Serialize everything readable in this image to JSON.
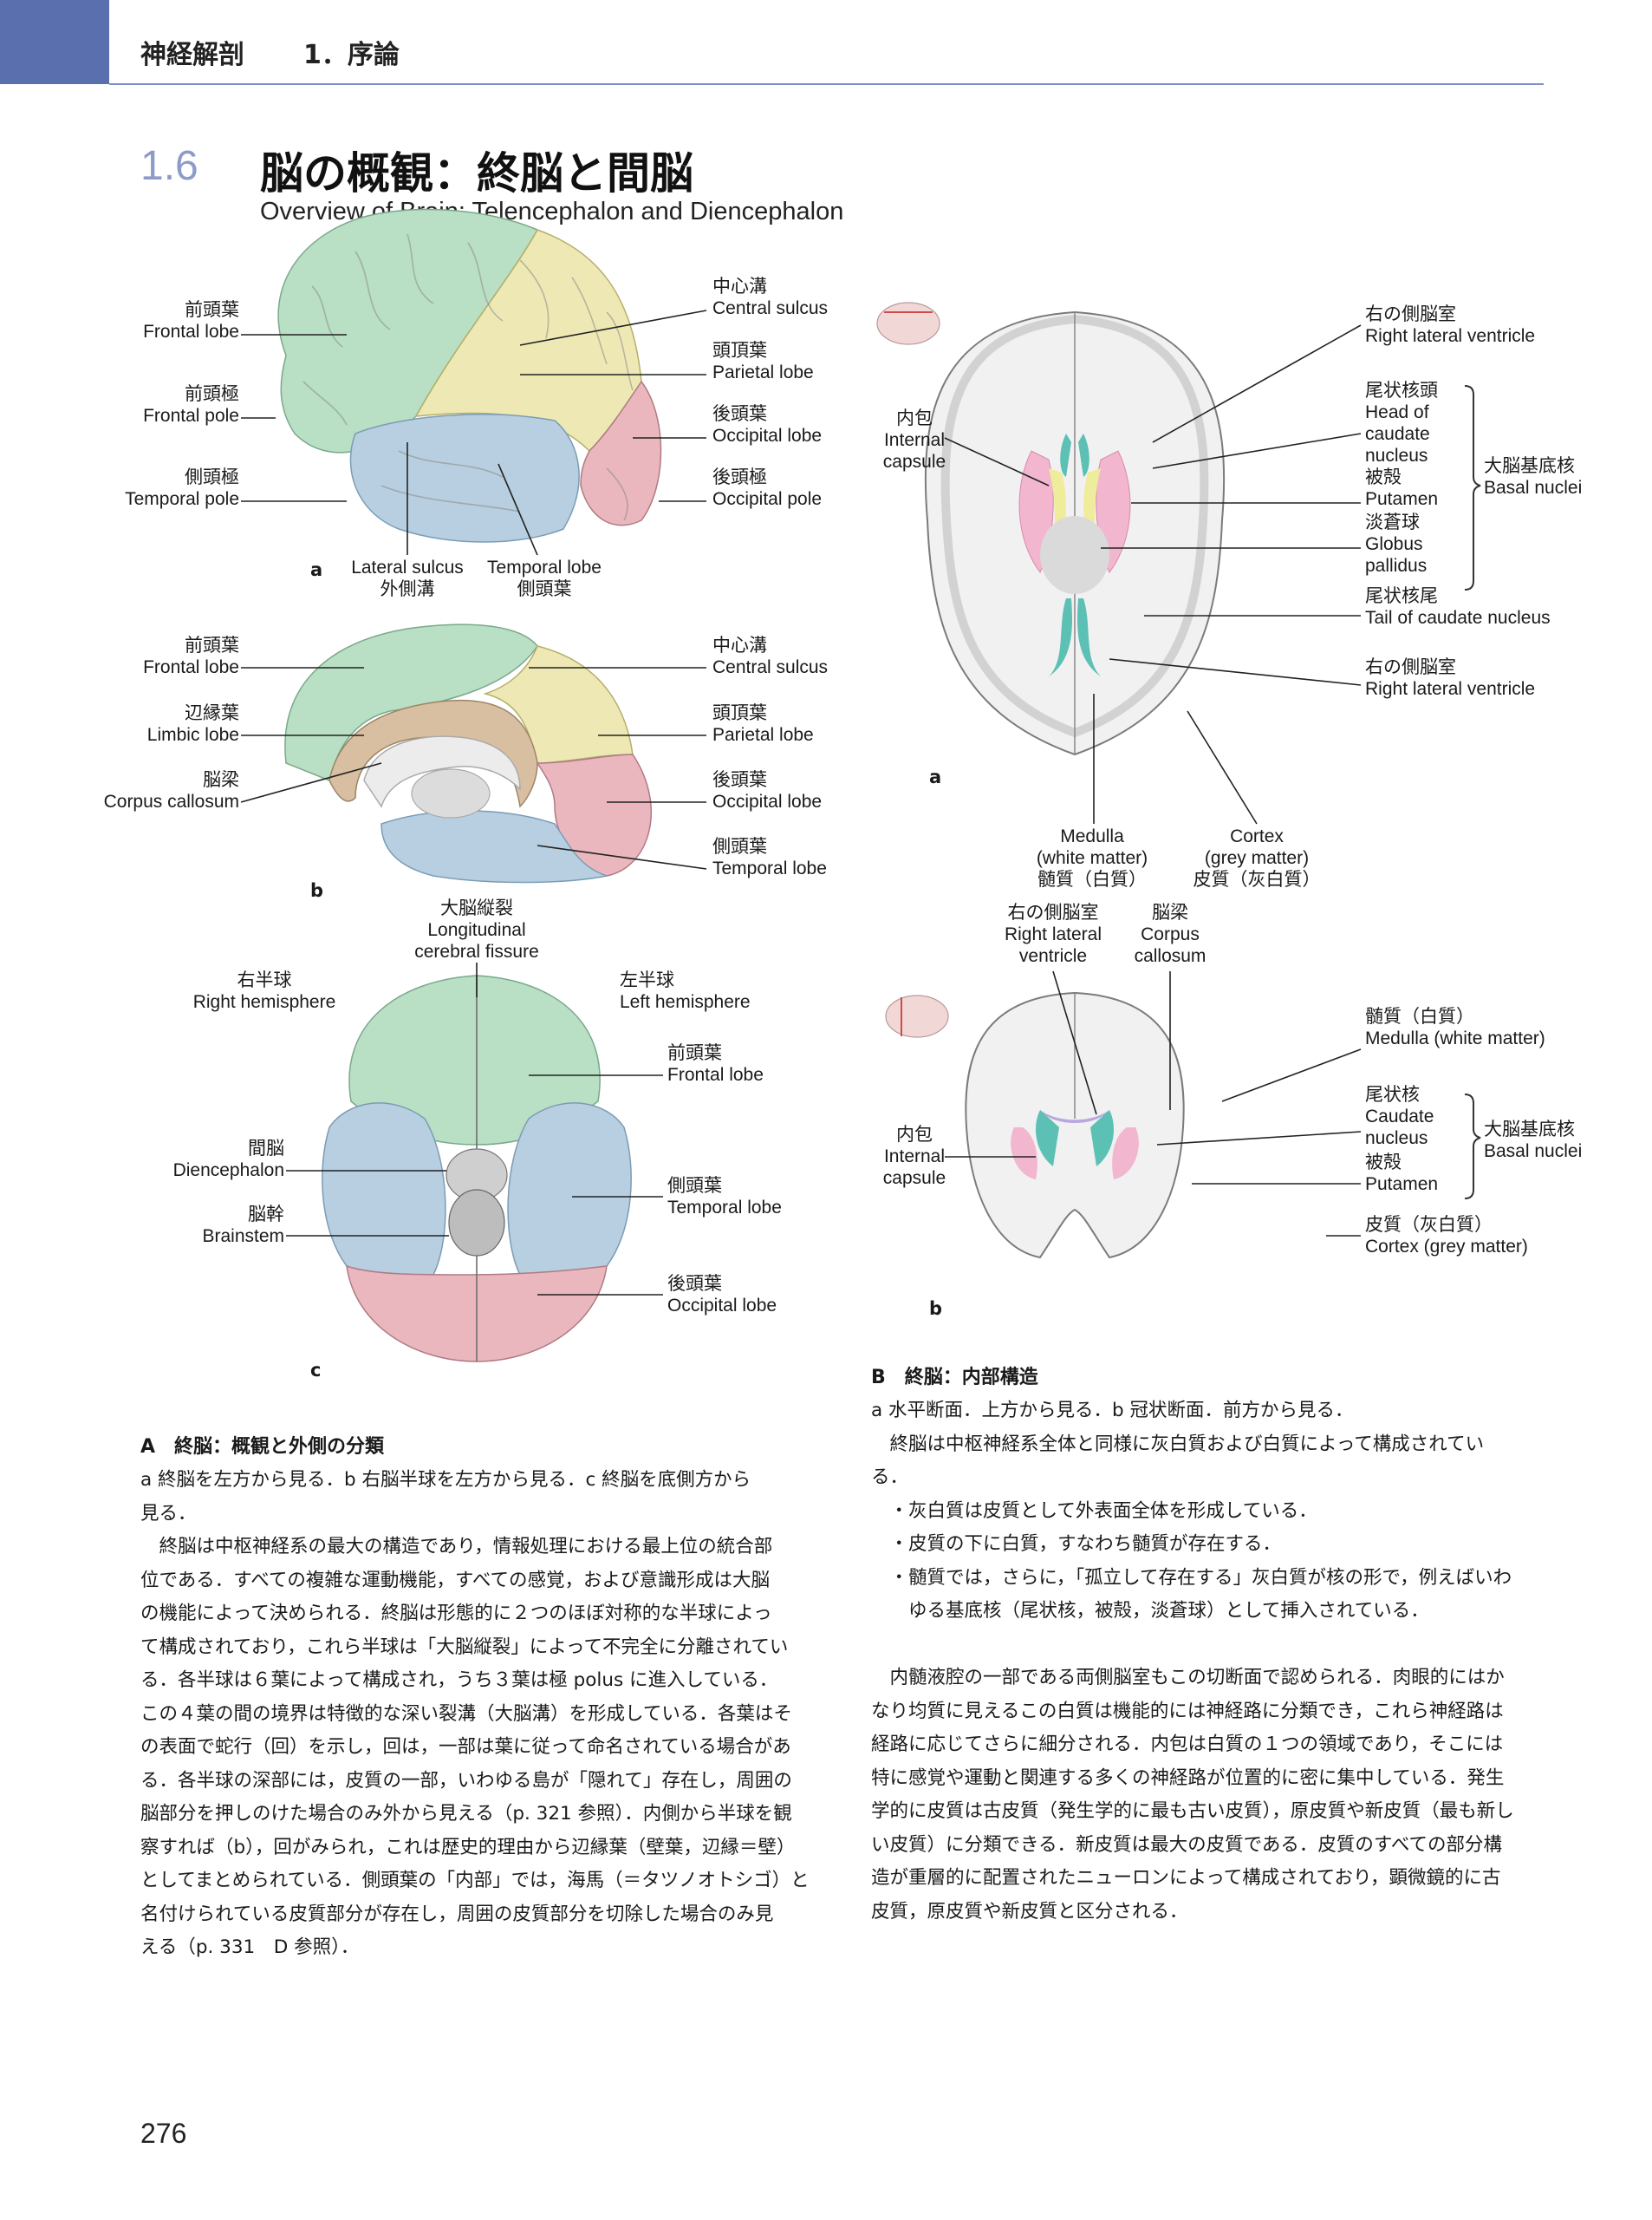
{
  "header": {
    "chapter": "神経解剖",
    "section": "1．序論"
  },
  "section": {
    "number": "1.6",
    "title": "脳の概観：終脳と間脳",
    "subtitle": "Overview of Brain: Telencephalon and Diencephalon"
  },
  "figA": {
    "a": {
      "frontal_lobe": "前頭葉\nFrontal lobe",
      "frontal_pole": "前頭極\nFrontal pole",
      "temporal_pole": "側頭極\nTemporal pole",
      "central_sulcus": "中心溝\nCentral sulcus",
      "parietal_lobe": "頭頂葉\nParietal lobe",
      "occipital_lobe": "後頭葉\nOccipital lobe",
      "occipital_pole": "後頭極\nOccipital pole",
      "lateral_sulcus": "Lateral sulcus\n外側溝",
      "temporal_lobe": "Temporal lobe\n側頭葉",
      "letter": "a"
    },
    "b": {
      "frontal_lobe": "前頭葉\nFrontal lobe",
      "limbic_lobe": "辺縁葉\nLimbic lobe",
      "corpus_callosum": "脳梁\nCorpus callosum",
      "central_sulcus": "中心溝\nCentral sulcus",
      "parietal_lobe": "頭頂葉\nParietal lobe",
      "occipital_lobe": "後頭葉\nOccipital lobe",
      "temporal_lobe": "側頭葉\nTemporal lobe",
      "letter": "b"
    },
    "c": {
      "fissure": "大脳縦裂\nLongitudinal\ncerebral fissure",
      "right_hemi": "右半球\nRight hemisphere",
      "left_hemi": "左半球\nLeft hemisphere",
      "frontal_lobe": "前頭葉\nFrontal lobe",
      "diencephalon": "間脳\nDiencephalon",
      "brainstem": "脳幹\nBrainstem",
      "temporal_lobe": "側頭葉\nTemporal lobe",
      "occipital_lobe": "後頭葉\nOccipital lobe",
      "letter": "c"
    }
  },
  "figB": {
    "a": {
      "right_lat_vent_top": "右の側脳室\nRight lateral ventricle",
      "head_caudate": "尾状核頭\nHead of\ncaudate\nnucleus",
      "putamen": "被殻\nPutamen",
      "globus": "淡蒼球\nGlobus\npallidus",
      "basal_nuclei": "大脳基底核\nBasal nuclei",
      "tail_caudate": "尾状核尾\nTail of caudate nucleus",
      "right_lat_vent_bottom": "右の側脳室\nRight lateral ventricle",
      "internal_capsule": "内包\nInternal\ncapsule",
      "medulla": "Medulla\n(white matter)\n髄質（白質）",
      "cortex": "Cortex\n(grey matter)\n皮質（灰白質）",
      "letter": "a"
    },
    "b": {
      "right_lat_vent": "右の側脳室\nRight lateral\nventricle",
      "corpus_callosum": "脳梁\nCorpus\ncallosum",
      "medulla": "髄質（白質）\nMedulla (white matter)",
      "caudate": "尾状核\nCaudate\nnucleus",
      "putamen": "被殻\nPutamen",
      "basal_nuclei": "大脳基底核\nBasal nuclei",
      "cortex": "皮質（灰白質）\nCortex (grey matter)",
      "internal_capsule": "内包\nInternal\ncapsule",
      "letter": "b"
    }
  },
  "captionA": {
    "title": "A　終脳：概観と外側の分類",
    "lines": [
      "a 終脳を左方から見る．b 右脳半球を左方から見る．c 終脳を底側方から",
      "見る．",
      "　終脳は中枢神経系の最大の構造であり，情報処理における最上位の統合部",
      "位である．すべての複雑な運動機能，すべての感覚，および意識形成は大脳",
      "の機能によって決められる．終脳は形態的に２つのほぼ対称的な半球によっ",
      "て構成されており，これら半球は「大脳縦裂」によって不完全に分離されてい",
      "る．各半球は６葉によって構成され，うち３葉は極 polus に進入している．",
      "この４葉の間の境界は特徴的な深い裂溝（大脳溝）を形成している．各葉はそ",
      "の表面で蛇行（回）を示し，回は，一部は葉に従って命名されている場合があ",
      "る．各半球の深部には，皮質の一部，いわゆる島が「隠れて」存在し，周囲の",
      "脳部分を押しのけた場合のみ外から見える（p. 321 参照）．内側から半球を観",
      "察すれば（b），回がみられ，これは歴史的理由から辺縁葉（壁葉，辺縁＝壁）",
      "としてまとめられている．側頭葉の「内部」では，海馬（＝タツノオトシゴ）と",
      "名付けられている皮質部分が存在し，周囲の皮質部分を切除した場合のみ見",
      "える（p. 331　D 参照）．"
    ]
  },
  "captionB": {
    "title": "B　終脳：内部構造",
    "lines": [
      "a 水平断面．上方から見る．b 冠状断面．前方から見る．",
      "　終脳は中枢神経系全体と同様に灰白質および白質によって構成されてい",
      "る．",
      "　・灰白質は皮質として外表面全体を形成している．",
      "　・皮質の下に白質，すなわち髄質が存在する．",
      "　・髄質では，さらに，「孤立して存在する」灰白質が核の形で，例えばいわ",
      "　　ゆる基底核（尾状核，被殻，淡蒼球）として挿入されている．",
      "",
      "　内髄液腔の一部である両側脳室もこの切断面で認められる．肉眼的にはか",
      "なり均質に見えるこの白質は機能的には神経路に分類でき，これら神経路は",
      "経路に応じてさらに細分される．内包は白質の１つの領域であり，そこには",
      "特に感覚や運動と関連する多くの神経路が位置的に密に集中している．発生",
      "学的に皮質は古皮質（発生学的に最も古い皮質），原皮質や新皮質（最も新し",
      "い皮質）に分類できる．新皮質は最大の皮質である．皮質のすべての部分構",
      "造が重層的に配置されたニューロンによって構成されており，顕微鏡的に古",
      "皮質，原皮質や新皮質と区分される．"
    ]
  },
  "page_number": "276",
  "colors": {
    "header_block": "#5a6fae",
    "frontal": "#b9dfc4",
    "parietal": "#eee9b4",
    "temporal": "#b7cfe0",
    "occipital": "#eab7bf",
    "limbic": "#d9bfa2",
    "basal_pink": "#f2b6cf",
    "globus_yellow": "#efec9c",
    "ventricle_teal": "#5cc0b4"
  }
}
